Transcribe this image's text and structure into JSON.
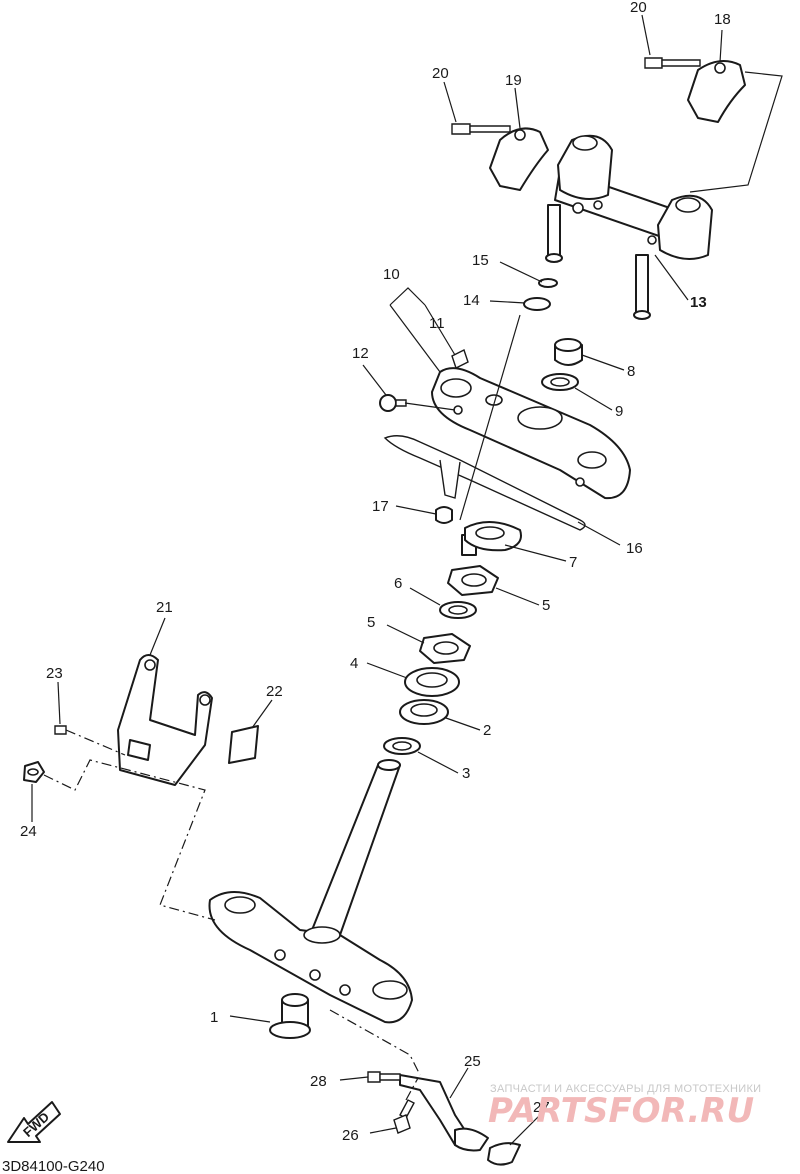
{
  "diagram": {
    "code": "3D84100-G240",
    "fwd_label": "FWD",
    "watermark": {
      "caption": "ЗАПЧАСТИ И АКСЕССУАРЫ ДЛЯ МОТОТЕХНИКИ",
      "brand": "PARTSFOR.RU"
    },
    "callouts": {
      "c1": "1",
      "c2": "2",
      "c3": "3",
      "c4": "4",
      "c5a": "5",
      "c5b": "5",
      "c6": "6",
      "c7": "7",
      "c8": "8",
      "c9": "9",
      "c10": "10",
      "c11": "11",
      "c12": "12",
      "c13": "13",
      "c14": "14",
      "c15": "15",
      "c16": "16",
      "c17": "17",
      "c18": "18",
      "c19": "19",
      "c20a": "20",
      "c20b": "20",
      "c21": "21",
      "c22": "22",
      "c23": "23",
      "c24": "24",
      "c25": "25",
      "c26": "26",
      "c27": "27",
      "c28": "28"
    }
  }
}
